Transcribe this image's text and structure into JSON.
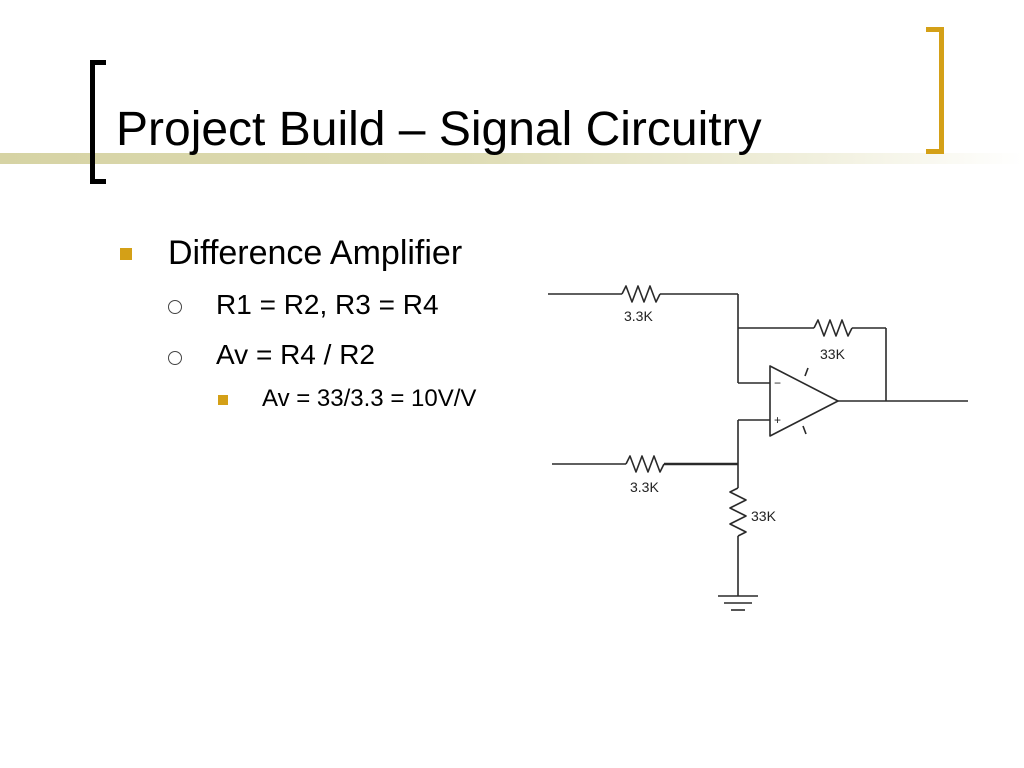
{
  "title": "Project Build – Signal Circuitry",
  "bullets": {
    "level1": "Difference Amplifier",
    "level2": [
      "R1 = R2, R3 = R4",
      "Av = R4 / R2"
    ],
    "level3": "Av = 33/3.3 = 10V/V"
  },
  "schematic": {
    "r1_label": "3.3K",
    "r4_label": "33K",
    "r2_label": "3.3K",
    "r3_label": "33K",
    "minus_sign": "−",
    "plus_sign": "+"
  },
  "colors": {
    "bullet_accent": "#d4a017",
    "right_bracket": "#d4a017",
    "left_bracket": "#000000",
    "title_band": "#d6d3a4"
  }
}
